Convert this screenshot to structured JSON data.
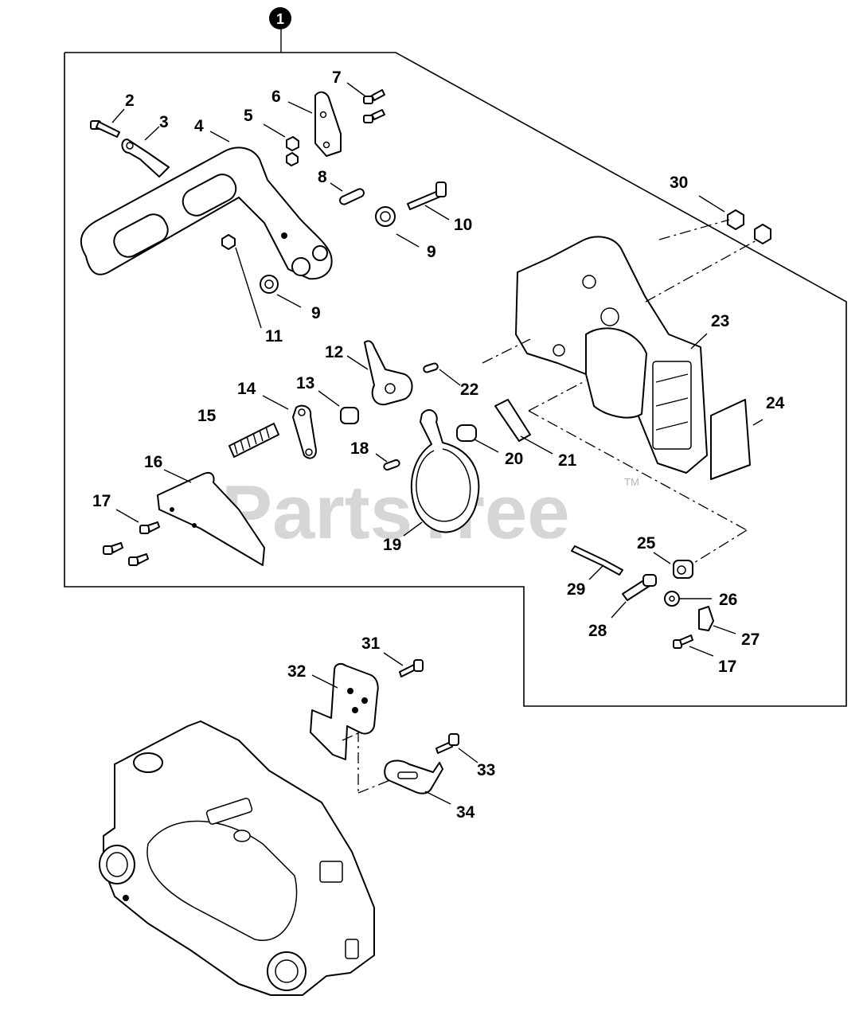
{
  "assembly_marker": "1",
  "watermark": {
    "text": "PartsTree",
    "trademark": "TM"
  },
  "callouts": [
    {
      "id": "c2",
      "text": "2"
    },
    {
      "id": "c3",
      "text": "3"
    },
    {
      "id": "c4",
      "text": "4"
    },
    {
      "id": "c5",
      "text": "5"
    },
    {
      "id": "c6",
      "text": "6"
    },
    {
      "id": "c7",
      "text": "7"
    },
    {
      "id": "c8",
      "text": "8"
    },
    {
      "id": "c9a",
      "text": "9"
    },
    {
      "id": "c9b",
      "text": "9"
    },
    {
      "id": "c10",
      "text": "10"
    },
    {
      "id": "c11",
      "text": "11"
    },
    {
      "id": "c12",
      "text": "12"
    },
    {
      "id": "c13",
      "text": "13"
    },
    {
      "id": "c14",
      "text": "14"
    },
    {
      "id": "c15",
      "text": "15"
    },
    {
      "id": "c16",
      "text": "16"
    },
    {
      "id": "c17a",
      "text": "17"
    },
    {
      "id": "c17b",
      "text": "17"
    },
    {
      "id": "c18",
      "text": "18"
    },
    {
      "id": "c19",
      "text": "19"
    },
    {
      "id": "c20",
      "text": "20"
    },
    {
      "id": "c21",
      "text": "21"
    },
    {
      "id": "c22",
      "text": "22"
    },
    {
      "id": "c23",
      "text": "23"
    },
    {
      "id": "c24",
      "text": "24"
    },
    {
      "id": "c25",
      "text": "25"
    },
    {
      "id": "c26",
      "text": "26"
    },
    {
      "id": "c27",
      "text": "27"
    },
    {
      "id": "c28",
      "text": "28"
    },
    {
      "id": "c29",
      "text": "29"
    },
    {
      "id": "c30",
      "text": "30"
    },
    {
      "id": "c31",
      "text": "31"
    },
    {
      "id": "c32",
      "text": "32"
    },
    {
      "id": "c33",
      "text": "33"
    },
    {
      "id": "c34",
      "text": "34"
    }
  ]
}
